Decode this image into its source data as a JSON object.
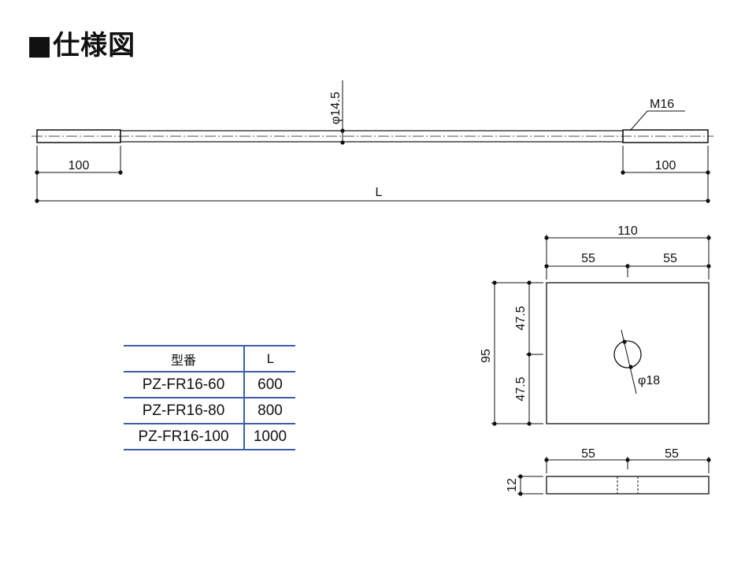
{
  "title": "■仕様図",
  "rod": {
    "diameter_label": "φ14.5",
    "thread_label": "M16",
    "thread_length_left": "100",
    "thread_length_right": "100",
    "overall_length_label": "L"
  },
  "plate_top": {
    "width_total": "110",
    "width_left": "55",
    "width_right": "55",
    "height_total": "95",
    "height_upper": "47.5",
    "height_lower": "47.5",
    "hole_label": "φ18"
  },
  "plate_side": {
    "width_left": "55",
    "width_right": "55",
    "thickness": "12"
  },
  "table": {
    "headers": [
      "型番",
      "L"
    ],
    "rows": [
      [
        "PZ-FR16-60",
        "600"
      ],
      [
        "PZ-FR16-80",
        "800"
      ],
      [
        "PZ-FR16-100",
        "1000"
      ]
    ]
  },
  "colors": {
    "table_rule": "#3a5fa8",
    "line": "#111111"
  }
}
